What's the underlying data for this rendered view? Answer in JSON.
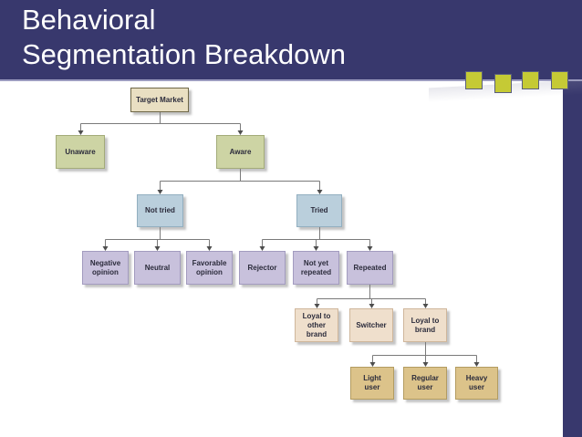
{
  "slide": {
    "title": "Behavioral\nSegmentation Breakdown"
  },
  "theme": {
    "header_color": "#38386d",
    "accent_square_color": "#c5ca35",
    "connector_color": "#7a7a7a",
    "box_colors": {
      "root_tan": "#e9dfc2",
      "awareness_green": "#cdd4a4",
      "trial_blue": "#bacfdc",
      "opinion_purple": "#c8c1dc",
      "loyalty_peach": "#efdfcc",
      "usage_gold": "#dcc38a"
    }
  },
  "diagram": {
    "nodes": {
      "target_market": {
        "label": "Target Market"
      },
      "unaware": {
        "label": "Unaware"
      },
      "aware": {
        "label": "Aware"
      },
      "not_tried": {
        "label": "Not tried"
      },
      "tried": {
        "label": "Tried"
      },
      "negative_opinion": {
        "label": "Negative\nopinion"
      },
      "neutral": {
        "label": "Neutral"
      },
      "favorable_opinion": {
        "label": "Favorable\nopinion"
      },
      "rejector": {
        "label": "Rejector"
      },
      "not_yet_repeated": {
        "label": "Not yet\nrepeated"
      },
      "repeated": {
        "label": "Repeated"
      },
      "loyal_to_other_brand": {
        "label": "Loyal to\nother brand"
      },
      "switcher": {
        "label": "Switcher"
      },
      "loyal_to_brand": {
        "label": "Loyal to\nbrand"
      },
      "light_user": {
        "label": "Light\nuser"
      },
      "regular_user": {
        "label": "Regular\nuser"
      },
      "heavy_user": {
        "label": "Heavy\nuser"
      }
    },
    "hierarchy": {
      "Target Market": [
        "Unaware",
        "Aware"
      ],
      "Aware": [
        "Not tried",
        "Tried"
      ],
      "Not tried": [
        "Negative opinion",
        "Neutral",
        "Favorable opinion"
      ],
      "Tried": [
        "Rejector",
        "Not yet repeated",
        "Repeated"
      ],
      "Repeated": [
        "Loyal to other brand",
        "Switcher",
        "Loyal to brand"
      ],
      "Loyal to brand": [
        "Light user",
        "Regular user",
        "Heavy user"
      ]
    }
  }
}
